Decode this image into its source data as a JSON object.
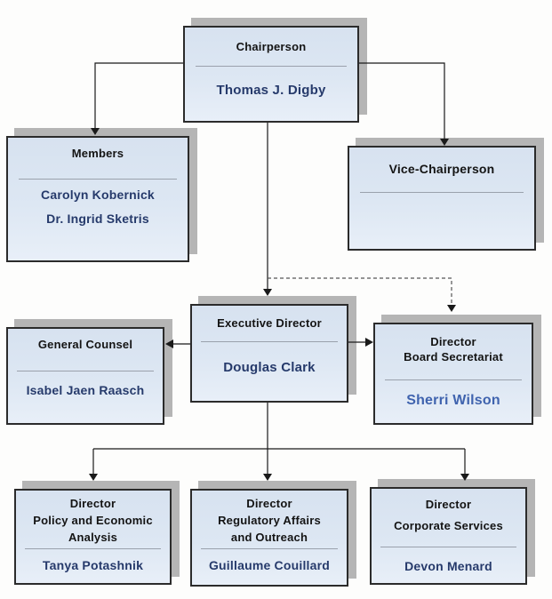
{
  "nodes": {
    "chairperson": {
      "title": "Chairperson",
      "person": "Thomas J. Digby"
    },
    "members": {
      "title": "Members",
      "person1": "Carolyn Kobernick",
      "person2": "Dr. Ingrid Sketris"
    },
    "vice_chairperson": {
      "title": "Vice-Chairperson"
    },
    "executive_director": {
      "title": "Executive Director",
      "person": "Douglas Clark"
    },
    "general_counsel": {
      "title": "General Counsel",
      "person": "Isabel Jaen Raasch"
    },
    "board_secretariat": {
      "title1": "Director",
      "title2": "Board Secretariat",
      "person": "Sherri Wilson"
    },
    "policy_economic": {
      "title1": "Director",
      "title2": "Policy and Economic",
      "title3": "Analysis",
      "person": "Tanya Potashnik"
    },
    "regulatory_affairs": {
      "title1": "Director",
      "title2": "Regulatory Affairs",
      "title3": "and Outreach",
      "person": "Guillaume Couillard"
    },
    "corporate_services": {
      "title1": "Director",
      "title2": "Corporate Services",
      "person": "Devon Menard"
    }
  },
  "colors": {
    "box_fill": "#dce6f2",
    "box_border": "#2b2b2b",
    "box_shadow": "#b5b5b5",
    "title_text": "#141414",
    "name_navy": "#263a6b",
    "name_light_blue": "#3f63ae",
    "connector_solid": "#1a1a1a",
    "connector_dashed": "#555555",
    "separator": "#9aa1ac",
    "background": "#fdfdfc"
  }
}
